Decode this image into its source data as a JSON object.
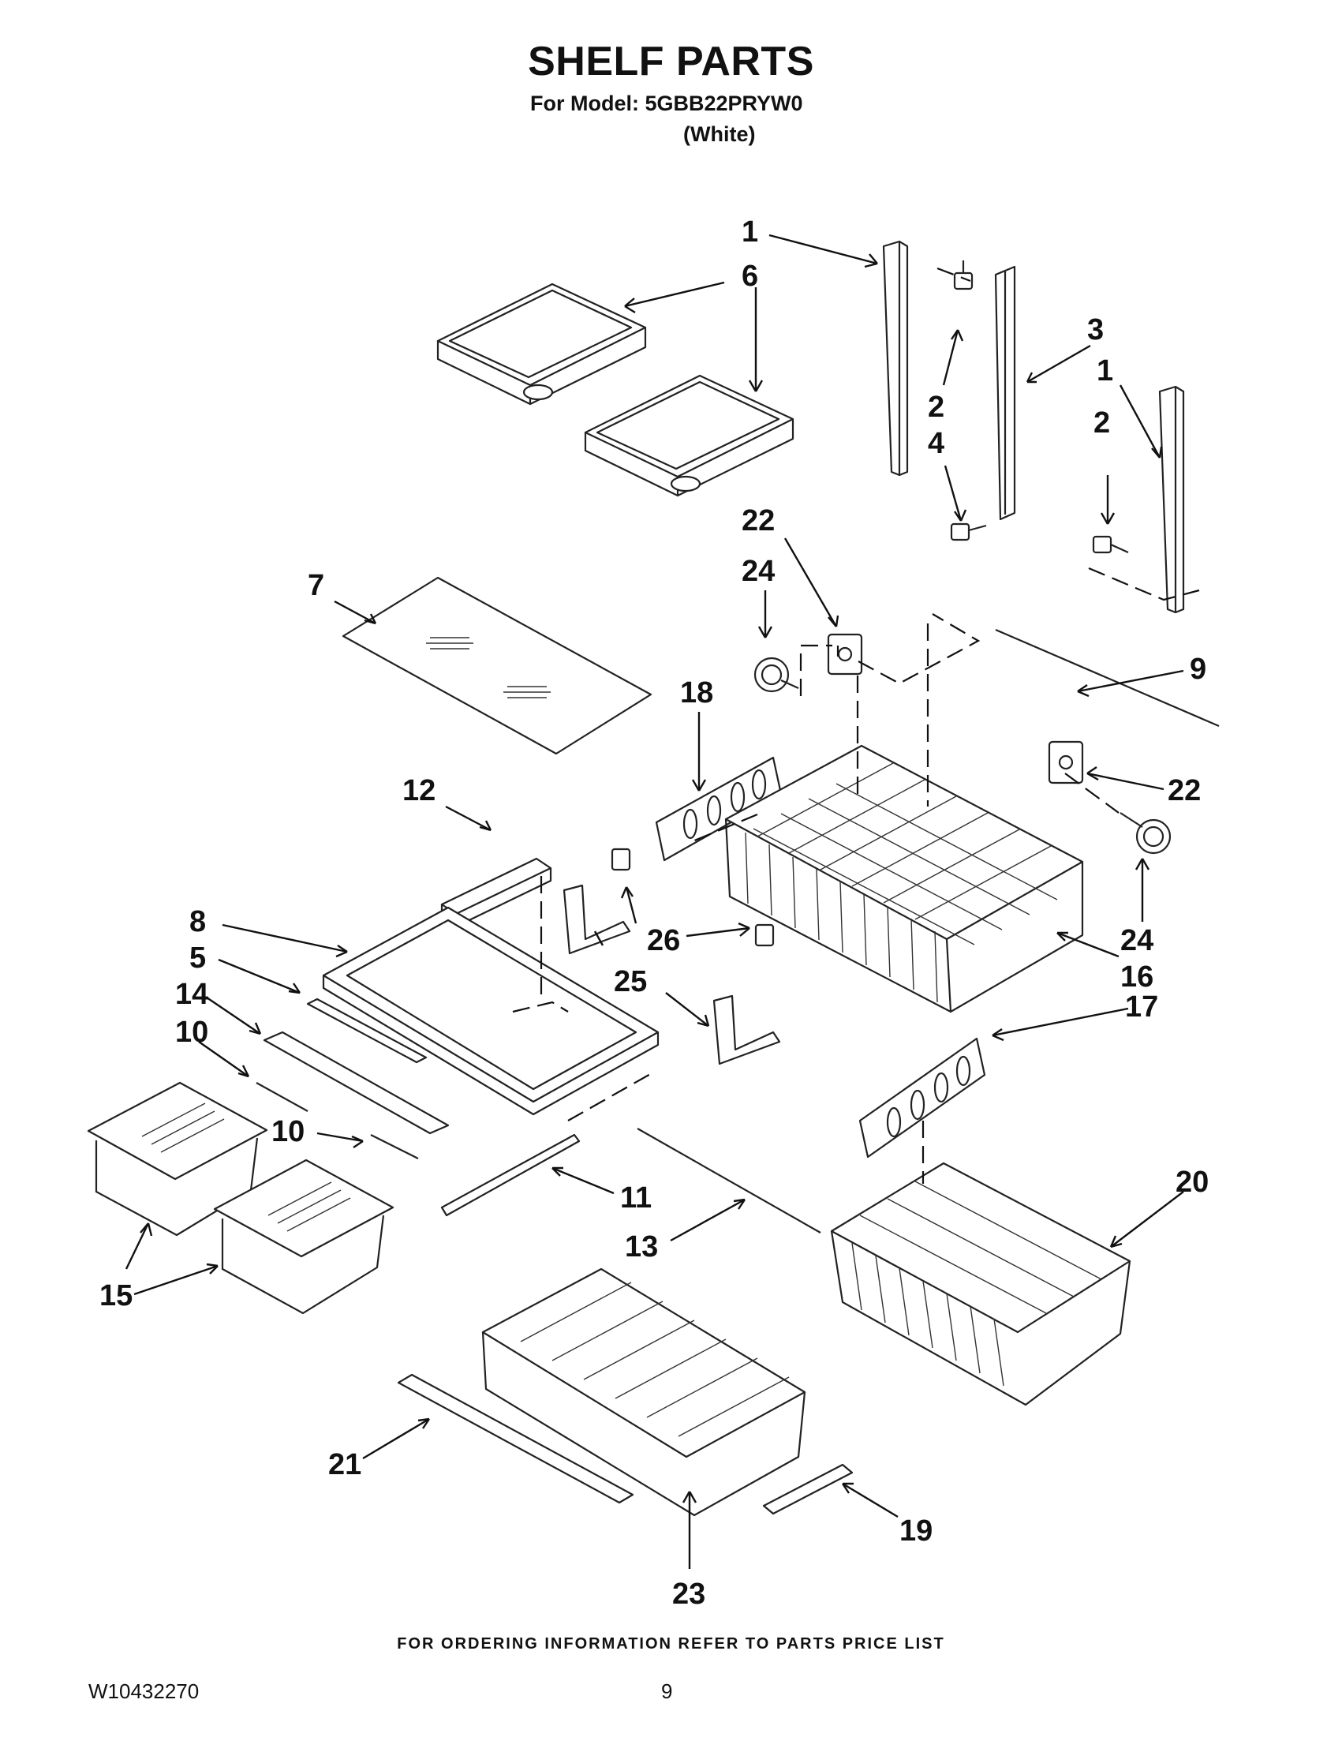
{
  "header": {
    "title": "SHELF PARTS",
    "model_line": "For Model: 5GBB22PRYW0",
    "color_line": "(White)"
  },
  "callouts": [
    "1",
    "6",
    "3",
    "1",
    "2",
    "4",
    "2",
    "22",
    "24",
    "7",
    "9",
    "18",
    "22",
    "12",
    "24",
    "8",
    "26",
    "5",
    "25",
    "16",
    "14",
    "17",
    "10",
    "10",
    "20",
    "11",
    "13",
    "15",
    "21",
    "19",
    "23"
  ],
  "footer": {
    "note": "FOR ORDERING INFORMATION REFER TO PARTS PRICE LIST",
    "doc_number": "W10432270",
    "page_number": "9"
  }
}
